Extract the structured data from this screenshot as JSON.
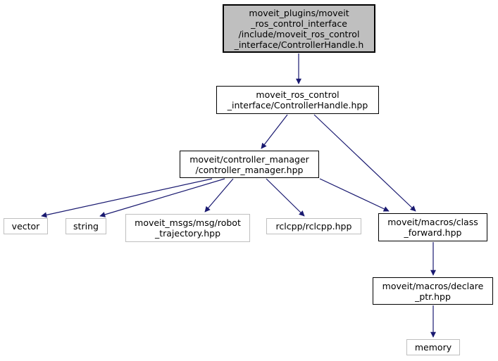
{
  "diagram": {
    "type": "include-dependency-graph",
    "nodes": [
      {
        "id": "controllerhandle_h",
        "label": "moveit_plugins/moveit\n_ros_control_interface\n/include/moveit_ros_control\n_interface/ControllerHandle.h",
        "kind": "current"
      },
      {
        "id": "controllerhandle_hpp",
        "label": "moveit_ros_control\n_interface/ControllerHandle.hpp",
        "kind": "internal"
      },
      {
        "id": "controller_manager_hpp",
        "label": "moveit/controller_manager\n/controller_manager.hpp",
        "kind": "internal"
      },
      {
        "id": "vector",
        "label": "vector",
        "kind": "external"
      },
      {
        "id": "string",
        "label": "string",
        "kind": "external"
      },
      {
        "id": "robot_trajectory_hpp",
        "label": "moveit_msgs/msg/robot\n_trajectory.hpp",
        "kind": "external"
      },
      {
        "id": "rclcpp_hpp",
        "label": "rclcpp/rclcpp.hpp",
        "kind": "external"
      },
      {
        "id": "class_forward_hpp",
        "label": "moveit/macros/class\n_forward.hpp",
        "kind": "internal"
      },
      {
        "id": "declare_ptr_hpp",
        "label": "moveit/macros/declare\n_ptr.hpp",
        "kind": "internal"
      },
      {
        "id": "memory",
        "label": "memory",
        "kind": "external"
      }
    ],
    "edges": [
      {
        "from": "controllerhandle_h",
        "to": "controllerhandle_hpp"
      },
      {
        "from": "controllerhandle_hpp",
        "to": "controller_manager_hpp"
      },
      {
        "from": "controllerhandle_hpp",
        "to": "class_forward_hpp"
      },
      {
        "from": "controller_manager_hpp",
        "to": "vector"
      },
      {
        "from": "controller_manager_hpp",
        "to": "string"
      },
      {
        "from": "controller_manager_hpp",
        "to": "robot_trajectory_hpp"
      },
      {
        "from": "controller_manager_hpp",
        "to": "rclcpp_hpp"
      },
      {
        "from": "controller_manager_hpp",
        "to": "class_forward_hpp"
      },
      {
        "from": "class_forward_hpp",
        "to": "declare_ptr_hpp"
      },
      {
        "from": "declare_ptr_hpp",
        "to": "memory"
      }
    ],
    "colors": {
      "edge": "#191970",
      "node_border": "#000000",
      "external_node_border": "#bfbfbf",
      "current_node_fill": "#bfbfbf",
      "node_fill": "#ffffff",
      "text": "#000000",
      "background": "#ffffff"
    }
  }
}
